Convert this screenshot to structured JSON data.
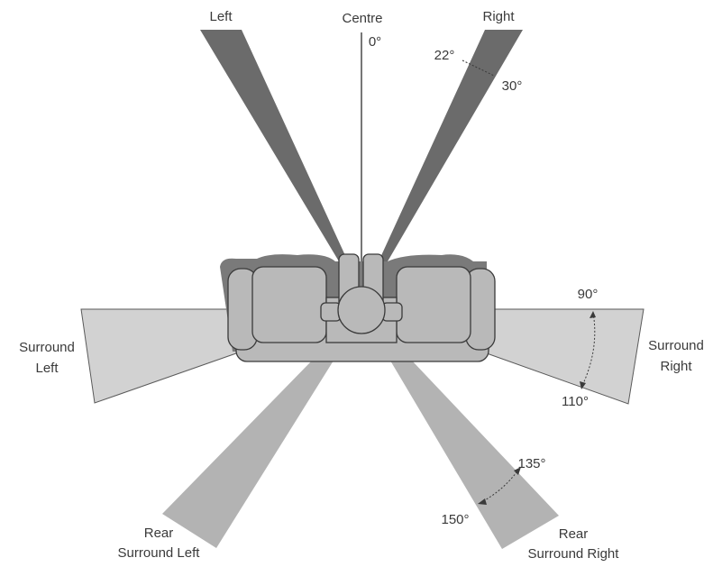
{
  "speakers": {
    "left": "Left",
    "centre": "Centre",
    "right": "Right",
    "surround_left_line1": "Surround",
    "surround_left_line2": "Left",
    "surround_right_line1": "Surround",
    "surround_right_line2": "Right",
    "rear_left_line1": "Rear",
    "rear_left_line2": "Surround Left",
    "rear_right_line1": "Rear",
    "rear_right_line2": "Surround Right"
  },
  "angles": {
    "centre": "0°",
    "front_min": "22°",
    "front_max": "30°",
    "surround_min": "90°",
    "surround_max": "110°",
    "rear_min": "135°",
    "rear_max": "150°"
  },
  "colors": {
    "front_beam": "#6b6b6b",
    "side_beam": "#d2d2d2",
    "rear_beam": "#b3b3b3",
    "sofa_fill": "#b9b9b9",
    "sofa_shadow": "#7a7a7a",
    "outline": "#3a3a3a"
  }
}
